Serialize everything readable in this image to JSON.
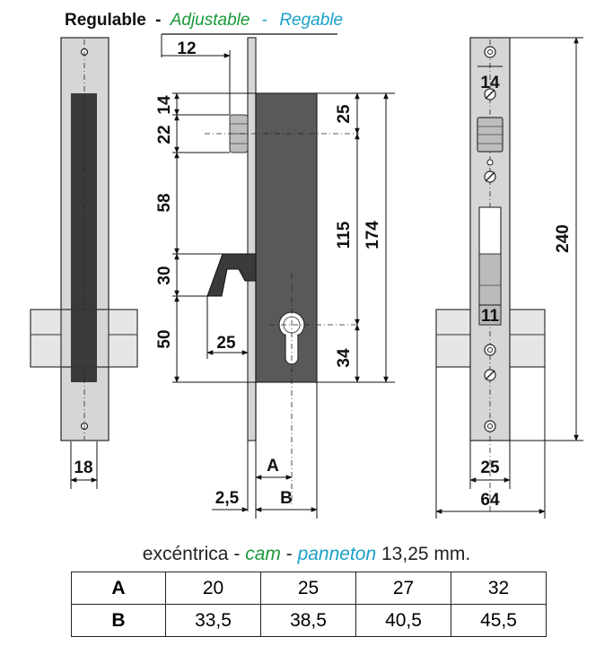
{
  "header": {
    "regulable": "Regulable",
    "sep1": "-",
    "adjustable": "Adjustable",
    "sep2": "-",
    "regable": "Regable",
    "color_green": "#1a9a3a",
    "color_cyan": "#1aa0c8"
  },
  "dimensions": {
    "d12": "12",
    "d14_left": "14",
    "d22": "22",
    "d58": "58",
    "d30": "30",
    "d50": "50",
    "d25_latch": "25",
    "d25_top": "25",
    "d115": "115",
    "d174": "174",
    "d34": "34",
    "d18": "18",
    "dA": "A",
    "dB": "B",
    "d2_5": "2,5",
    "d14_right": "14",
    "d11": "11",
    "d240": "240",
    "d25_right": "25",
    "d64": "64"
  },
  "caption": {
    "excentrica": "excéntrica",
    "sep1": "-",
    "cam": "cam",
    "sep2": "-",
    "panneton": "panneton",
    "value": "13,25 mm."
  },
  "table": {
    "rows": [
      {
        "label": "A",
        "values": [
          "20",
          "25",
          "27",
          "32"
        ]
      },
      {
        "label": "B",
        "values": [
          "33,5",
          "38,5",
          "40,5",
          "45,5"
        ]
      }
    ]
  }
}
